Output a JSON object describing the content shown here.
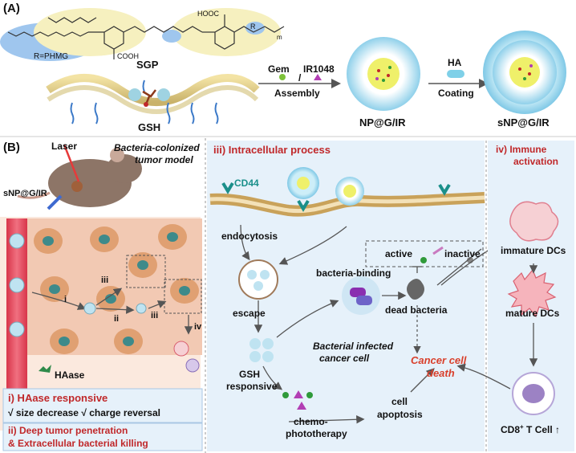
{
  "panel_a": {
    "label": "(A)",
    "polymer": {
      "r_group": "R=PHMG",
      "name": "SGP",
      "cooh": "COOH",
      "hooc": "HOOC",
      "r_charge": "R",
      "n_sub": "m",
      "m_sub": "m"
    },
    "gsh_label": "GSH",
    "gem_label": "Gem",
    "ir_label": "IR1048",
    "slash": "/",
    "assembly_label": "Assembly",
    "np_label": "NP@G/IR",
    "ha_label": "HA",
    "coating_label": "Coating",
    "snp_label": "sNP@G/IR"
  },
  "panel_b": {
    "label": "(B)",
    "laser": "Laser",
    "snp": "sNP@G/IR",
    "model_title": "Bacteria-colonized tumor model",
    "model_line1": "Bacteria-colonized",
    "model_line2": "tumor model",
    "steps": [
      "i",
      "ii",
      "iii",
      "iii",
      "iv"
    ],
    "haase": "HAase",
    "box1_title": "i) HAase responsive",
    "box1_text": "√ size decrease  √ charge reversal",
    "box2_line1": "ii) Deep tumor penetration",
    "box2_line2": "& Extracellular bacterial killing",
    "iii_title": "iii) Intracellular process",
    "cd44": "CD44",
    "endocytosis": "endocytosis",
    "escape": "escape",
    "gsh_resp1": "GSH",
    "gsh_resp2": "responsive",
    "chemo1": "chemo-",
    "chemo2": "phototherapy",
    "bacteria_binding": "bacteria-binding",
    "active": "active",
    "inactive": "inactive",
    "dead_bacteria": "dead bacteria",
    "infected1": "Bacterial infected",
    "infected2": "cancer cell",
    "death1": "Cancer cell",
    "death2": "death",
    "apop1": "cell",
    "apop2": "apoptosis",
    "iv_title1": "iv) Immune",
    "iv_title2": "activation",
    "immature": "immature DCs",
    "mature": "mature DCs",
    "cd8": "CD8",
    "cd8_sup": "+",
    "tcell": "T Cell",
    "up_arrow": "↑"
  },
  "colors": {
    "red_text": "#c0282a",
    "teal": "#1a8f8a",
    "blue_ellipse": "#9fc6ee",
    "yellow_ellipse": "#f6f0bf",
    "pink_bg": "#f2c9b3",
    "vessel": "#e04a5a",
    "panel_bg": "#e6f1fa",
    "np_core": "#eff06a"
  }
}
